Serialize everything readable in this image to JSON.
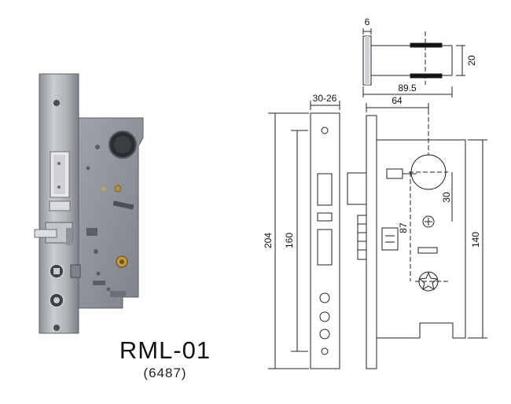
{
  "product": {
    "model": "RML-01",
    "code": "(6487)"
  },
  "dimensions": {
    "thickness": "6",
    "width_top": "20",
    "depth_total": "89.5",
    "faceplate_thickness": "30-26",
    "backset": "64",
    "faceplate_height": "204",
    "screw_spacing": "160",
    "body_height": "140",
    "lever_offset": "87",
    "hub_offset": "30"
  },
  "colors": {
    "steel": "#a9adb3",
    "steel_dark": "#6f747a",
    "line": "#222222"
  }
}
